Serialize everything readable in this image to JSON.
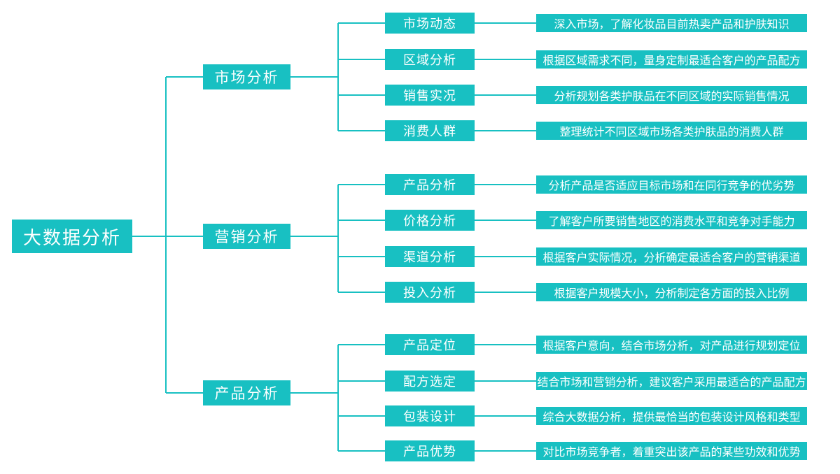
{
  "colors": {
    "accent": "#18c0c2",
    "node_text": "#ffffff",
    "background": "#ffffff"
  },
  "mindmap": {
    "root": {
      "label": "大数据分析"
    },
    "branches": [
      {
        "label": "市场分析",
        "children": [
          {
            "label": "市场动态",
            "desc": "深入市场，了解化妆品目前热卖产品和护肤知识"
          },
          {
            "label": "区域分析",
            "desc": "根据区域需求不同，量身定制最适合客户的产品配方"
          },
          {
            "label": "销售实况",
            "desc": "分析规划各类护肤品在不同区域的实际销售情况"
          },
          {
            "label": "消费人群",
            "desc": "整理统计不同区域市场各类护肤品的消费人群"
          }
        ]
      },
      {
        "label": "营销分析",
        "children": [
          {
            "label": "产品分析",
            "desc": "分析产品是否适应目标市场和在同行竞争的优劣势"
          },
          {
            "label": "价格分析",
            "desc": "了解客户所要销售地区的消费水平和竞争对手能力"
          },
          {
            "label": "渠道分析",
            "desc": "根据客户实际情况，分析确定最适合客户的营销渠道"
          },
          {
            "label": "投入分析",
            "desc": "根据客户规模大小，分析制定各方面的投入比例"
          }
        ]
      },
      {
        "label": "产品分析",
        "children": [
          {
            "label": "产品定位",
            "desc": "根据客户意向，结合市场分析，对产品进行规划定位"
          },
          {
            "label": "配方选定",
            "desc": "结合市场和营销分析，建议客户采用最适合的产品配方"
          },
          {
            "label": "包装设计",
            "desc": "综合大数据分析，提供最恰当的包装设计风格和类型"
          },
          {
            "label": "产品优势",
            "desc": "对比市场竞争者，着重突出该产品的某些功效和优势"
          }
        ]
      }
    ]
  }
}
